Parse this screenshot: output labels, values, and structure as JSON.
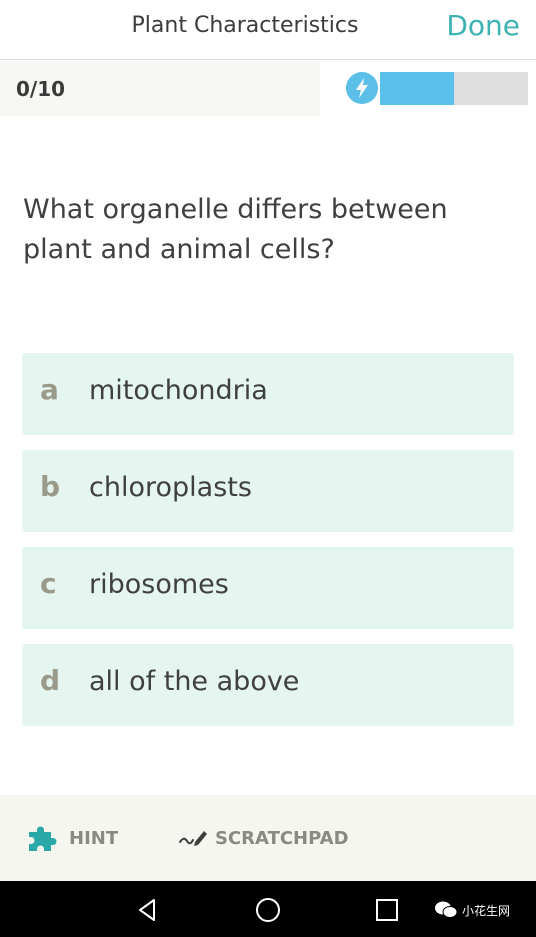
{
  "header": {
    "title": "Plant Characteristics",
    "done_label": "Done"
  },
  "progress": {
    "score": "0/10",
    "fill_fraction": 0.5
  },
  "question": {
    "text": "What organelle differs between plant and animal cells?"
  },
  "answers": [
    {
      "letter": "a",
      "text": "mitochondria"
    },
    {
      "letter": "b",
      "text": "chloroplasts"
    },
    {
      "letter": "c",
      "text": "ribosomes"
    },
    {
      "letter": "d",
      "text": "all of the above"
    }
  ],
  "toolbar": {
    "hint_label": "HINT",
    "scratchpad_label": "SCRATCHPAD"
  },
  "watermark": {
    "text": "小花生网"
  },
  "colors": {
    "accent": "#3fb3b3",
    "answer_bg": "#e4f6ef",
    "progress": "#5cc0ec"
  },
  "icons": {
    "bolt": "lightning-bolt-icon",
    "hint": "puzzle-piece-icon",
    "scratchpad": "pencil-scribble-icon"
  }
}
